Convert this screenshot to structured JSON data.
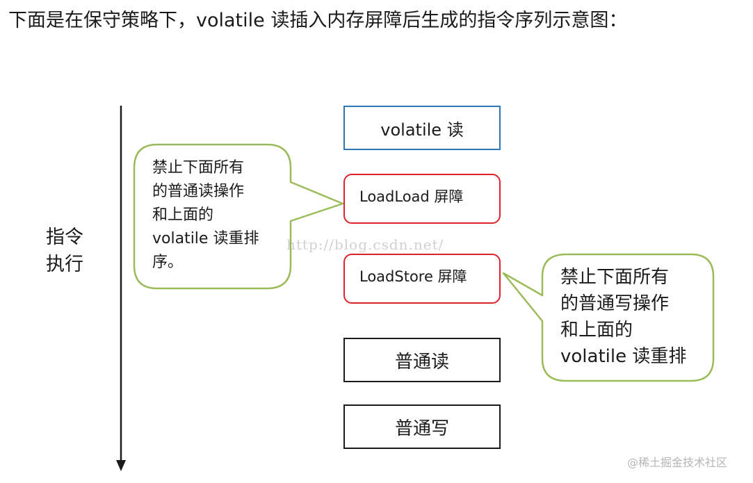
{
  "heading": "下面是在保守策略下，volatile 读插入内存屏障后生成的指令序列示意图：",
  "axis_label": {
    "line1": "指令",
    "line2": "执行"
  },
  "boxes": {
    "volatile_read": "volatile 读",
    "loadload_barrier": "LoadLoad 屏障",
    "loadstore_barrier": "LoadStore 屏障",
    "normal_read": "普通读",
    "normal_write": "普通写"
  },
  "callouts": {
    "left": "禁止下面所有\n的普通读操作\n和上面的\nvolatile 读重排\n序。",
    "right": "禁止下面所有\n的普通写操作\n和上面的\nvolatile 读重排"
  },
  "watermarks": {
    "csdn": "http://blog.csdn.net/",
    "juejin": "@稀土掘金技术社区"
  },
  "colors": {
    "volatile_border": "#2e75b6",
    "barrier_border": "#e0202a",
    "callout_border": "#9bbb59",
    "plain_border": "#1a1a1a"
  }
}
